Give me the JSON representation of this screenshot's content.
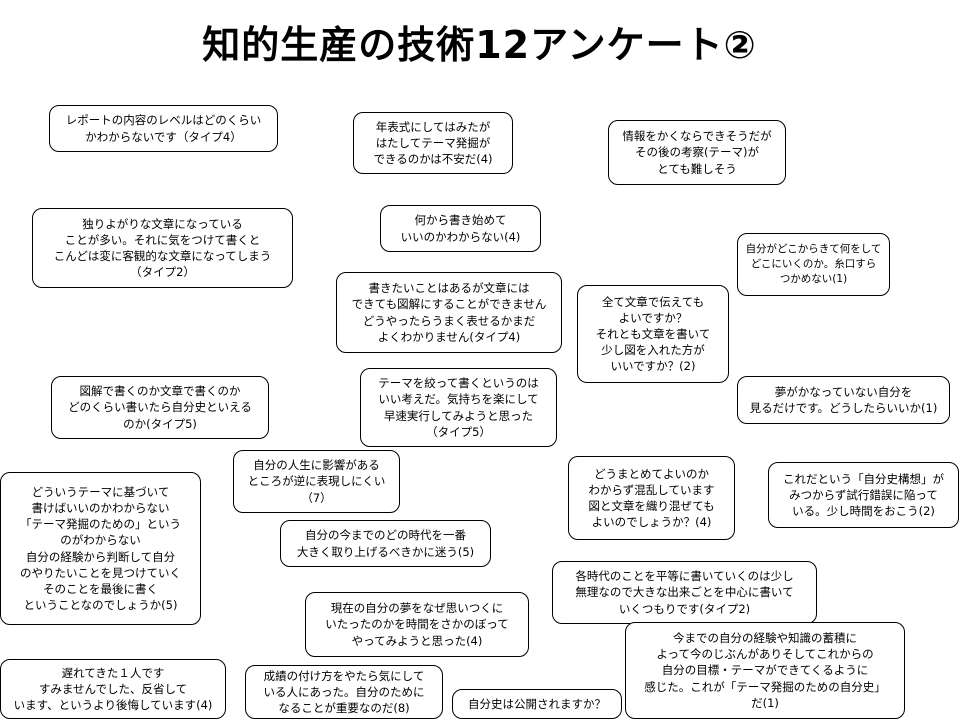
{
  "title": "知的生産の技術12アンケート②",
  "notes": [
    {
      "id": "report-level",
      "lines": [
        "レポートの内容のレベルはどのくらい",
        "かわからないです（タイプ4）"
      ]
    },
    {
      "id": "chronology",
      "lines": [
        "年表式にしてはみたが",
        "はたしてテーマ発掘が",
        "できるのかは不安だ(4)"
      ]
    },
    {
      "id": "info-cards",
      "lines": [
        "情報をかくならできそうだが",
        "その後の考察(テーマ)が",
        "とても難しそう"
      ]
    },
    {
      "id": "selfish-writing",
      "lines": [
        "独りよがりな文章になっている",
        "ことが多い。それに気をつけて書くと",
        "こんどは変に客観的な文章になってしまう",
        "（タイプ2）"
      ]
    },
    {
      "id": "where-to-start",
      "lines": [
        "何から書き始めて",
        "いいのかわからない(4)"
      ]
    },
    {
      "id": "where-from",
      "lines": [
        "自分がどこからきて何をして",
        "どこにいくのか。糸口すら",
        "つかめない(1)"
      ]
    },
    {
      "id": "diagram-hard",
      "lines": [
        "書きたいことはあるが文章には",
        "できても図解にすることができません",
        "どうやったらうまく表せるかまだ",
        "よくわかりません(タイプ4)"
      ]
    },
    {
      "id": "all-text",
      "lines": [
        "全て文章で伝えても",
        "よいですか？",
        "それとも文章を書いて",
        "少し図を入れた方が",
        "いいですか？(2)"
      ]
    },
    {
      "id": "diagram-or-text",
      "lines": [
        "図解で書くのか文章で書くのか",
        "どのくらい書いたら自分史といえる",
        "のか(タイプ5)"
      ]
    },
    {
      "id": "narrow-theme",
      "lines": [
        "テーマを絞って書くというのは",
        "いい考えだ。気持ちを楽にして",
        "早速実行してみようと思った",
        "（タイプ5）"
      ]
    },
    {
      "id": "no-dream",
      "lines": [
        "夢がかなっていない自分を",
        "見るだけです。どうしたらいいか(1)"
      ]
    },
    {
      "id": "life-influence",
      "lines": [
        "自分の人生に影響がある",
        "ところが逆に表現しにくい",
        "（7）"
      ]
    },
    {
      "id": "how-to-organize",
      "lines": [
        "どうまとめてよいのか",
        "わからず混乱しています",
        "図と文章を織り混ぜても",
        "よいのでしょうか？(4)"
      ]
    },
    {
      "id": "trial-error",
      "lines": [
        "これだという「自分史構想」が",
        "みつからず試行錯誤に陥って",
        "いる。少し時間をおこう(2)"
      ]
    },
    {
      "id": "theme-basis",
      "lines": [
        "どういうテーマに基づいて",
        "書けばいいのかわからない",
        "「テーマ発掘のための」という",
        "のがわからない",
        "自分の経験から判断して自分",
        "のやりたいことを見つけていく",
        "そのことを最後に書く",
        "ということなのでしょうか(5)"
      ]
    },
    {
      "id": "which-era",
      "lines": [
        "自分の今までのどの時代を一番",
        "大きく取り上げるべきかに迷う(5)"
      ]
    },
    {
      "id": "each-era",
      "lines": [
        "各時代のことを平等に書いていくのは少し",
        "無理なので大きな出来ごとを中心に書いて",
        "いくつもりです(タイプ2)"
      ]
    },
    {
      "id": "why-dream",
      "lines": [
        "現在の自分の夢をなぜ思いつくに",
        "いたったのかを時間をさかのぼって",
        "やってみようと思った(4)"
      ]
    },
    {
      "id": "experience",
      "lines": [
        "今までの自分の経験や知識の蓄積に",
        "よって今のじぶんがありそしてこれからの",
        "自分の目標・テーマができてくるように",
        "感じた。これが「テーマ発掘のための自分史」",
        "だ(1)"
      ]
    },
    {
      "id": "late",
      "lines": [
        "遅れてきた１人です",
        "すみませんでした、反省して",
        "います、というより後悔しています(4)"
      ]
    },
    {
      "id": "grades",
      "lines": [
        "成績の付け方をやたら気にして",
        "いる人にあった。自分のために",
        "なることが重要なのだ(8)"
      ]
    },
    {
      "id": "public",
      "lines": [
        "自分史は公開されますか？"
      ]
    }
  ]
}
